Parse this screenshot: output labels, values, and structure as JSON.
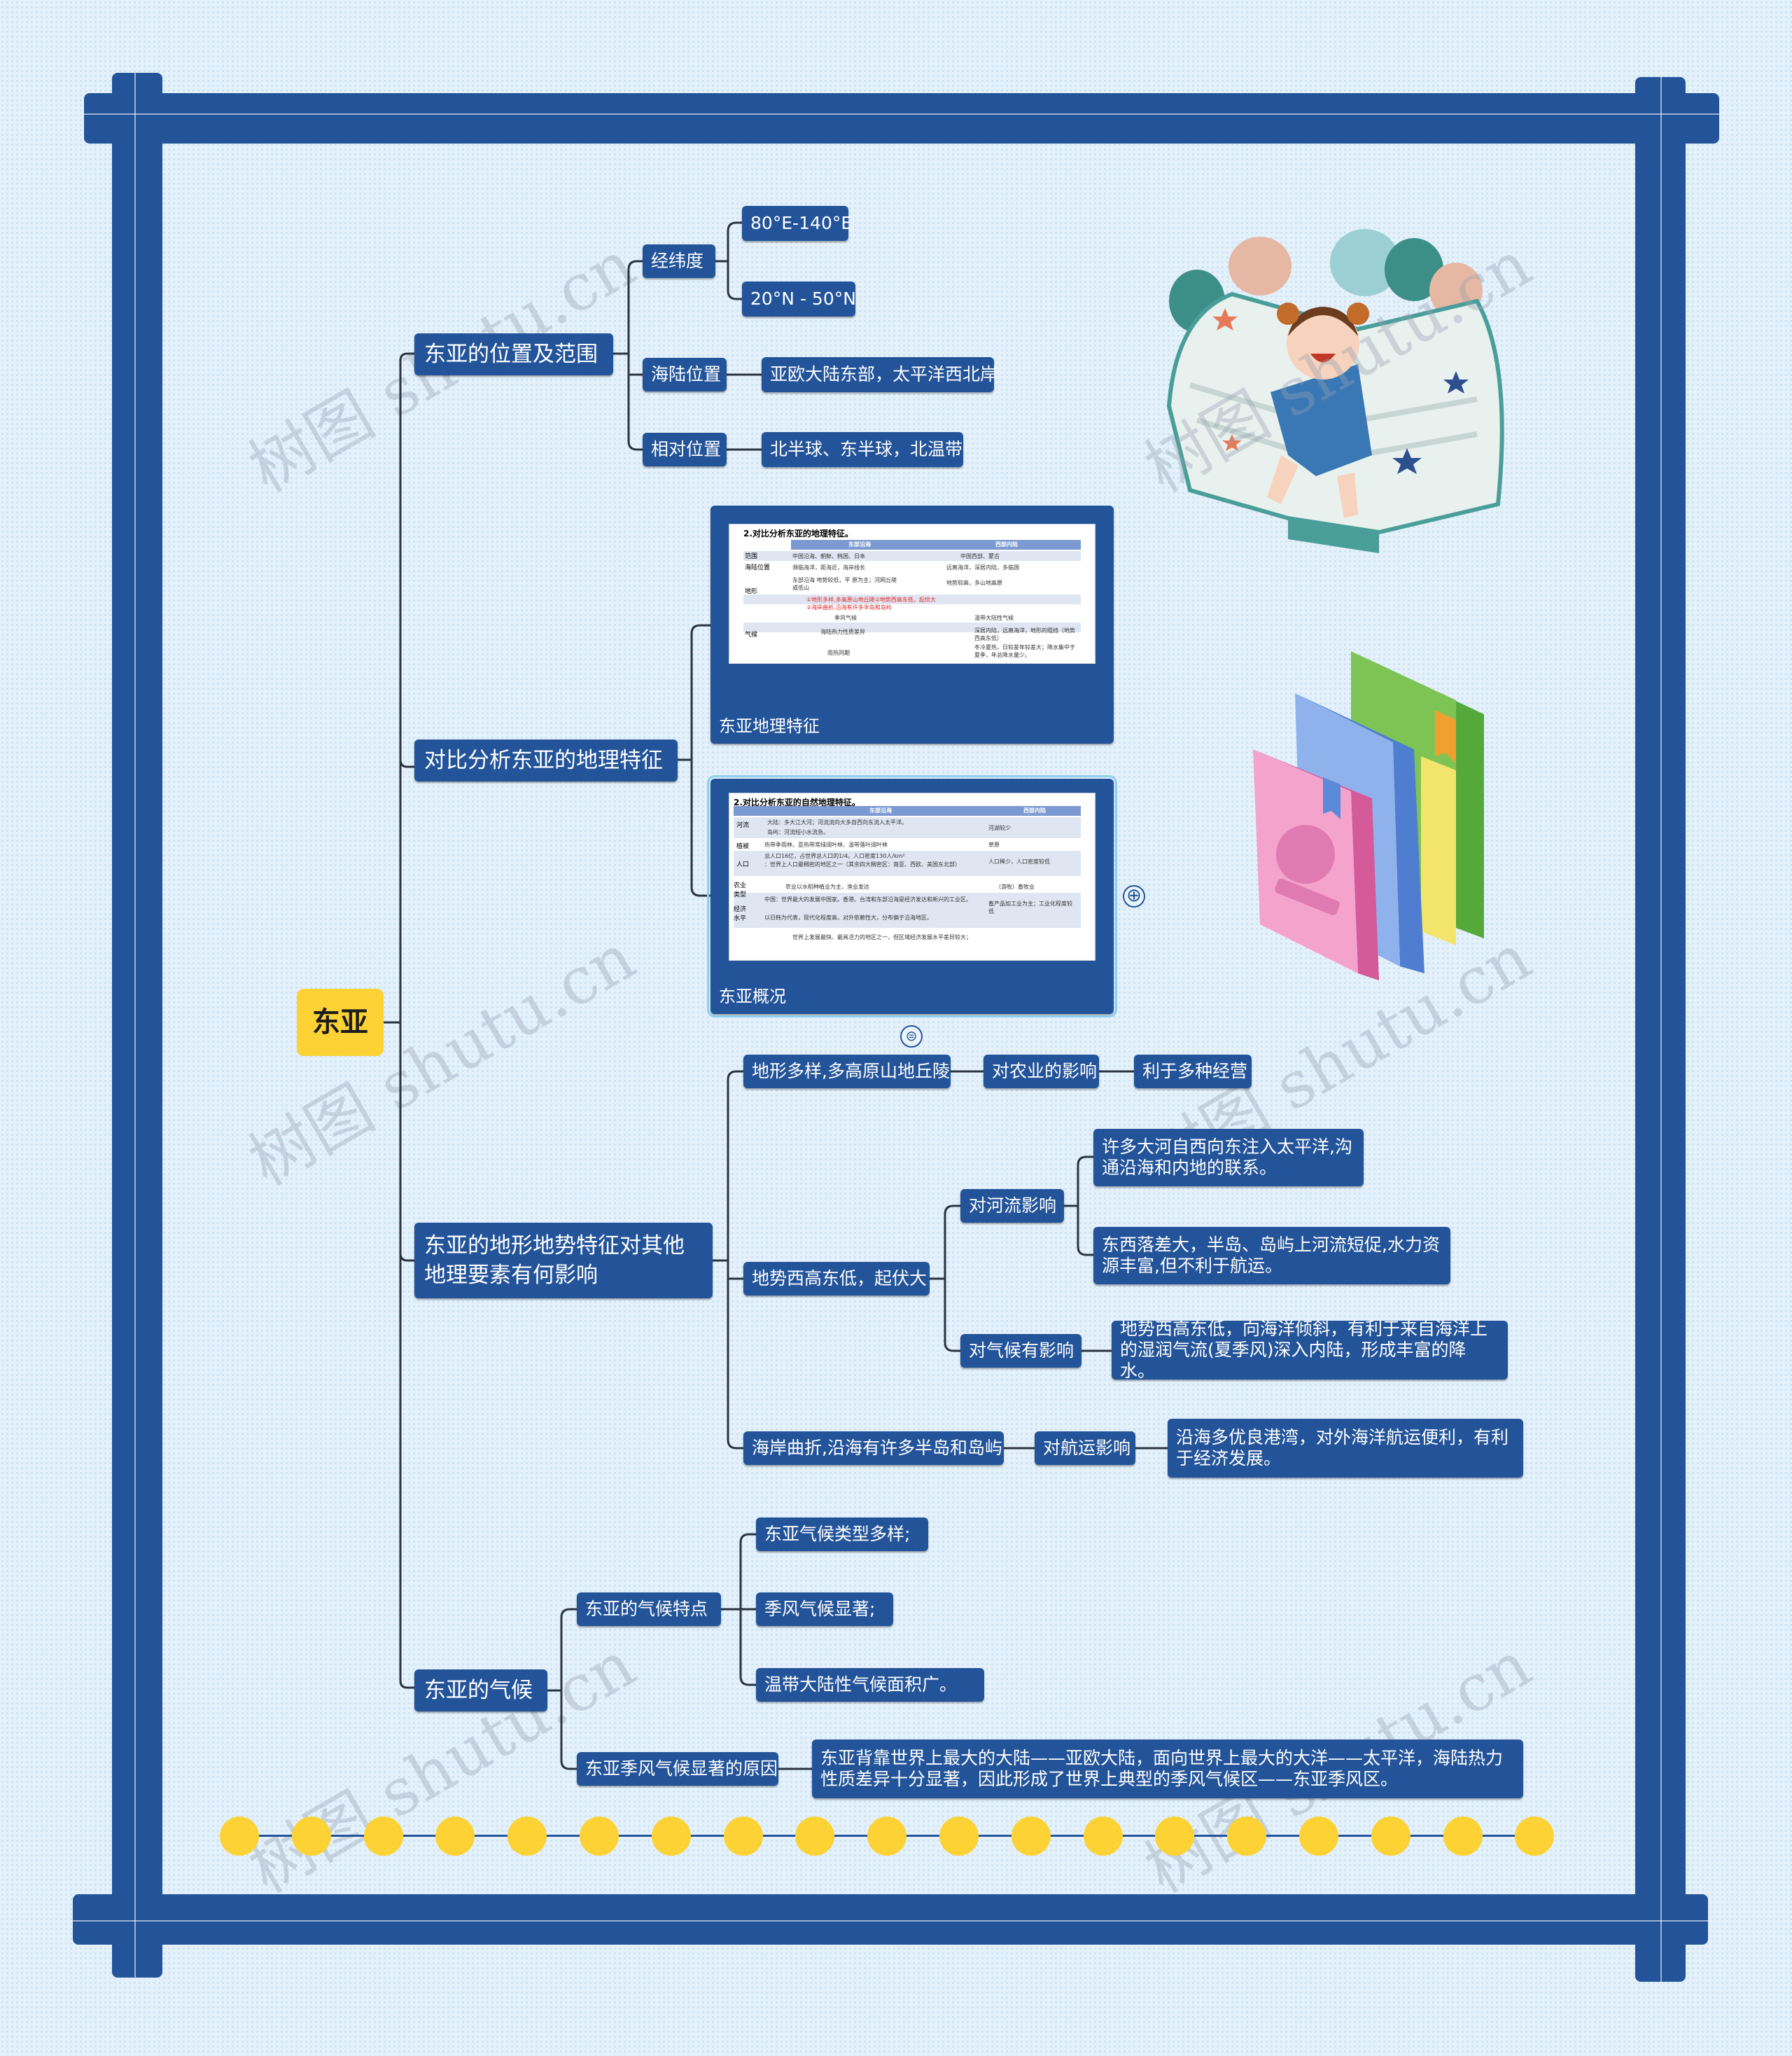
{
  "mindmap": {
    "root": "东亚",
    "branch1": {
      "title": "东亚的位置及范围",
      "latlon": {
        "label": "经纬度",
        "lon": "80°E-140°E",
        "lat": "20°N - 50°N"
      },
      "sealand": {
        "label": "海陆位置",
        "value": "亚欧大陆东部，太平洋西北岸"
      },
      "relative": {
        "label": "相对位置",
        "value": "北半球、东半球，北温带"
      }
    },
    "branch2": {
      "title": "对比分析东亚的地理特征",
      "card1": {
        "caption": "东亚地理特征",
        "sheet_title": "2.对比分析东亚的地理特征。",
        "col1": "东部沿海",
        "col2": "西部内陆",
        "rows": [
          "范围",
          "海陆位置",
          "地形",
          "气候"
        ],
        "lines": [
          "中国沿海、朝鲜、韩国、日本",
          "中国西部、蒙古",
          "濒临海洋，距海近，海岸线长",
          "远离海洋，深居内陆，多临国",
          "东部沿海 地势较低，平 原为主；河网丘陵或低山",
          "地势较高，多山地高原",
          "①地形多样,多高原山地丘陵②地势西高东低，起伏大",
          "②海岸曲折,沿海有许多半岛和岛屿",
          "季风气候",
          "温带大陆性气候",
          "海陆热力性质差异",
          "深居内陆，远离海洋，地形的阻挡（地势西高东低）",
          "雨热同期",
          "冬冷夏热，日较差年较差大；降水集中于夏季，年总降水量少。"
        ]
      },
      "card2": {
        "caption": "东亚概况",
        "sheet_title": "2.对比分析东亚的自然地理特征。",
        "col1": "东部沿海",
        "col2": "西部内陆",
        "rows": [
          "河流",
          "植被",
          "人口",
          "农业类型",
          "经济水平"
        ],
        "lines": [
          "大陆：多大江大河；河流流向大多自西向东流入太平洋。",
          "岛屿：河流短小水流急。",
          "河湖较少",
          "热带季雨林、亚热带常绿阔叶林、温带落叶阔叶林",
          "草原",
          "总人口16亿，占世界总人口的1/4。人口密度130人/km²",
          "：世界上人口最稠密的地区之一（其余四大稠密区：南亚、西欧、美国东北部）",
          "人口稀少，人口密度较低",
          "农业以水稻种植业为主，渔业发达",
          "（游牧）畜牧业",
          "中国：世界最大的发展中国家。香港、台湾和东部沿海是经济发达和新兴的工业区。",
          "以日韩为代表，现代化程度高，对外依赖性大，分布偏于沿海地区。",
          "畜产品加工业为主；工业化程度较低",
          "世界上发展最快、最具活力的地区之一，但区域经济发展水平差异较大；"
        ]
      }
    },
    "branch3": {
      "title": "东亚的地形地势特征对其他地理要素有何影响",
      "terrain": {
        "label": "地形多样,多高原山地丘陵",
        "effect": "对农业的影响",
        "result": "利于多种经营"
      },
      "slope": {
        "label": "地势西高东低，起伏大",
        "river": {
          "label": "对河流影响",
          "r1": "许多大河自西向东注入太平洋,沟通沿海和内地的联系。",
          "r2": "东西落差大，半岛、岛屿上河流短促,水力资源丰富,但不利于航运。"
        },
        "climate": {
          "label": "对气候有影响",
          "r1": "地势西高东低，向海洋倾斜，有利于来自海洋上的湿润气流(夏季风)深入内陆，形成丰富的降水。"
        }
      },
      "coast": {
        "label": "海岸曲折,沿海有许多半岛和岛屿",
        "effect": "对航运影响",
        "result": "沿海多优良港湾，对外海洋航运便利，有利于经济发展。"
      }
    },
    "branch4": {
      "title": "东亚的气候",
      "features": {
        "label": "东亚的气候特点",
        "items": [
          "东亚气候类型多样;",
          "季风气候显著;",
          "温带大陆性气候面积广。"
        ]
      },
      "reason": {
        "label": "东亚季风气候显著的原因",
        "value": "东亚背靠世界上最大的大陆——亚欧大陆，面向世界上最大的大洋——太平洋，海陆热力性质差异十分显著，因此形成了世界上典型的季风气候区——东亚季风区。"
      }
    }
  },
  "controls": {
    "expand_icon": "⊕",
    "note_icon": "⊜"
  },
  "watermark": "树图 shutu.cn",
  "colors": {
    "node": "#23549a",
    "root": "#fdd235",
    "frame": "#23549a",
    "background": "#e4f1fb"
  },
  "decorations": {
    "illustration_1": "girl-on-book",
    "illustration_2": "book-stack"
  }
}
